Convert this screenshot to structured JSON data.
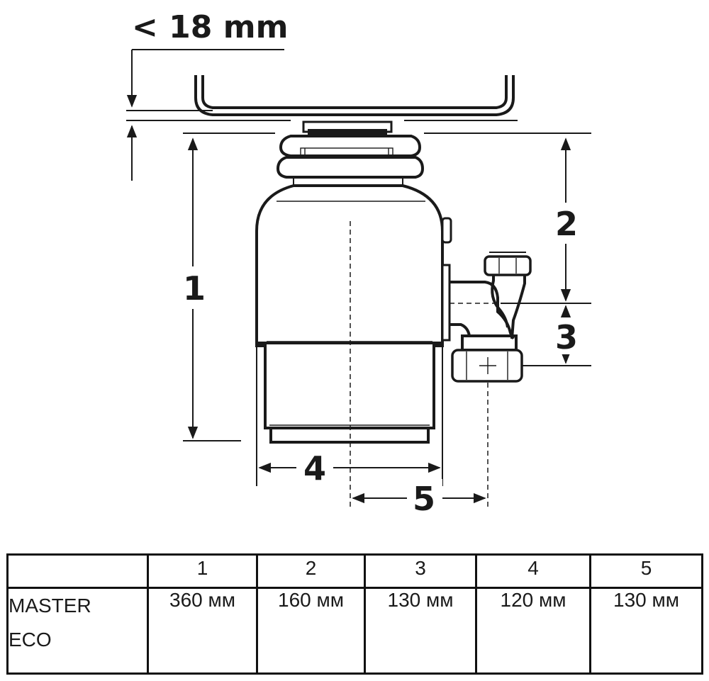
{
  "diagram": {
    "clearance_label": "< 18 mm",
    "dimension_labels": [
      "1",
      "2",
      "3",
      "4",
      "5"
    ]
  },
  "table": {
    "header": [
      "",
      "1",
      "2",
      "3",
      "4",
      "5"
    ],
    "row": {
      "model_lines": [
        "MASTER",
        "ECO"
      ],
      "values": [
        "360 мм",
        "160 мм",
        "130 мм",
        "120 мм",
        "130 мм"
      ]
    }
  }
}
